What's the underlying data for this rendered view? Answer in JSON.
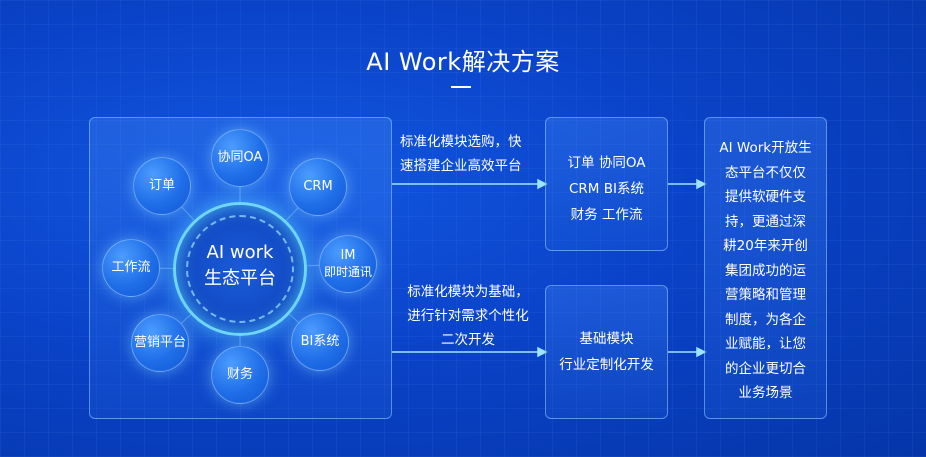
{
  "title": "AI Work解决方案",
  "ecosystem": {
    "center_line1": "AI work",
    "center_line2": "生态平台",
    "nodes": [
      {
        "id": "oa",
        "line1": "协同OA",
        "line2": ""
      },
      {
        "id": "crm",
        "line1": "CRM",
        "line2": ""
      },
      {
        "id": "im",
        "line1": "IM",
        "line2": "即时通讯"
      },
      {
        "id": "bi",
        "line1": "BI系统",
        "line2": ""
      },
      {
        "id": "finance",
        "line1": "财务",
        "line2": ""
      },
      {
        "id": "marketing",
        "line1": "营销平台",
        "line2": ""
      },
      {
        "id": "workflow",
        "line1": "工作流",
        "line2": ""
      },
      {
        "id": "order",
        "line1": "订单",
        "line2": ""
      }
    ]
  },
  "path1": {
    "desc_line1": "标准化模块选购，快",
    "desc_line2": "速搭建企业高效平台",
    "box_lines": [
      "订单 协同OA",
      "CRM BI系统",
      "财务 工作流"
    ]
  },
  "path2": {
    "desc_line1": "标准化模块为基础，",
    "desc_line2": "进行针对需求个性化",
    "desc_line3": "二次开发",
    "box_lines": [
      "基础模块",
      "行业定制化开发"
    ]
  },
  "summary": {
    "lines": [
      "AI Work开放生",
      "态平台不仅仅",
      "提供软硬件支",
      "持，更通过深",
      "耕20年来开创",
      "集团成功的运",
      "营策略和管理",
      "制度，为各企",
      "业赋能，让您",
      "的企业更切合",
      "业务场景"
    ]
  },
  "colors": {
    "background": "#0a43c9",
    "accent_glow": "#6fd6ff",
    "node_fill": "#1f6ee8"
  }
}
